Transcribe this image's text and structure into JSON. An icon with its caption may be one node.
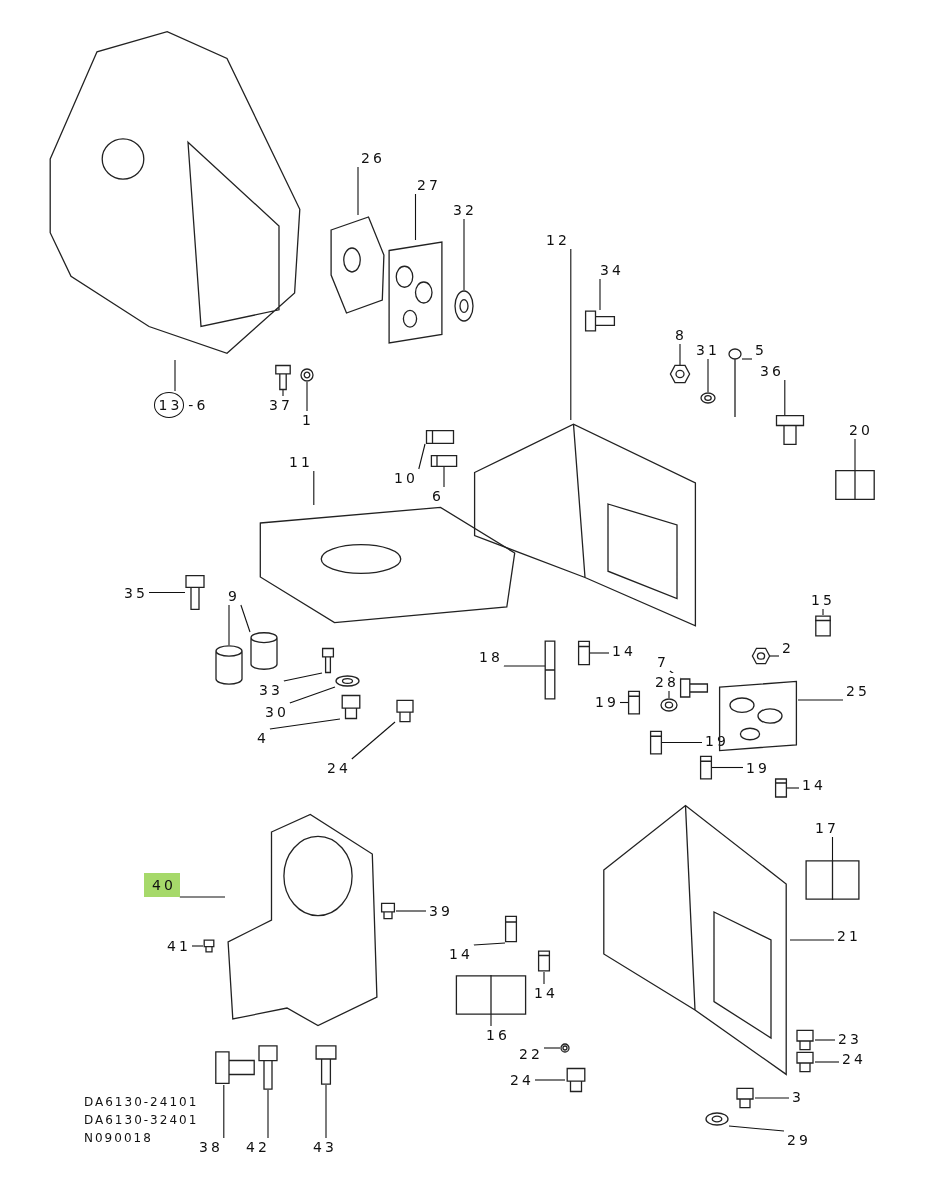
{
  "diagram": {
    "nodes": [
      {
        "text": [
          "26"
        ]
      },
      {
        "text": [
          "27"
        ]
      },
      {
        "text": [
          "32"
        ]
      },
      {
        "text": [
          "12"
        ]
      },
      {
        "text": [
          "34"
        ]
      },
      {
        "text": [
          "8"
        ]
      },
      {
        "text": [
          "31"
        ]
      },
      {
        "text": [
          "5"
        ]
      },
      {
        "text": [
          "36"
        ]
      },
      {
        "text": [
          "20"
        ]
      },
      {
        "text": [
          "13",
          "-6"
        ]
      },
      {
        "text": [
          "37"
        ]
      },
      {
        "text": [
          "1"
        ]
      },
      {
        "text": [
          "11"
        ]
      },
      {
        "text": [
          "10"
        ]
      },
      {
        "text": [
          "6"
        ]
      },
      {
        "text": [
          "35"
        ]
      },
      {
        "text": [
          "9"
        ]
      },
      {
        "text": [
          "15"
        ]
      },
      {
        "text": [
          "18"
        ]
      },
      {
        "text": [
          "14"
        ]
      },
      {
        "text": [
          "7"
        ]
      },
      {
        "text": [
          "2"
        ]
      },
      {
        "text": [
          "28"
        ]
      },
      {
        "text": [
          "19"
        ]
      },
      {
        "text": [
          "25"
        ]
      },
      {
        "text": [
          "33"
        ]
      },
      {
        "text": [
          "30"
        ]
      },
      {
        "text": [
          "4"
        ]
      },
      {
        "text": [
          "19"
        ]
      },
      {
        "text": [
          "24"
        ]
      },
      {
        "text": [
          "19"
        ]
      },
      {
        "text": [
          "14"
        ]
      },
      {
        "text": [
          "17"
        ]
      },
      {
        "text": [
          "40"
        ]
      },
      {
        "text": [
          "39"
        ]
      },
      {
        "text": [
          "21"
        ]
      },
      {
        "text": [
          "41"
        ]
      },
      {
        "text": [
          "14"
        ]
      },
      {
        "text": [
          "14"
        ]
      },
      {
        "text": [
          "16"
        ]
      },
      {
        "text": [
          "22"
        ]
      },
      {
        "text": [
          "23"
        ]
      },
      {
        "text": [
          "24"
        ]
      },
      {
        "text": [
          "24"
        ]
      },
      {
        "text": [
          "3"
        ]
      },
      {
        "text": [
          "29"
        ]
      },
      {
        "text": [
          "38"
        ]
      },
      {
        "text": [
          "42"
        ]
      },
      {
        "text": [
          "43"
        ]
      },
      {
        "text": [],
        "shape": "picture"
      },
      {
        "text": [],
        "shape": "picture"
      },
      {
        "text": [],
        "shape": "picture"
      },
      {
        "text": [],
        "shape": "picture"
      },
      {
        "text": [],
        "shape": "picture"
      },
      {
        "text": [],
        "shape": "picture"
      },
      {
        "text": [],
        "shape": "picture"
      },
      {
        "text": [],
        "shape": "picture"
      },
      {
        "text": [],
        "shape": "picture"
      },
      {
        "text": [],
        "shape": "picture"
      },
      {
        "text": [],
        "shape": "picture"
      },
      {
        "text": [],
        "shape": "picture"
      },
      {
        "text": [],
        "shape": "picture"
      },
      {
        "text": [],
        "shape": "picture"
      },
      {
        "text": [],
        "shape": "picture"
      },
      {
        "text": [],
        "shape": "picture"
      },
      {
        "text": [],
        "shape": "picture"
      },
      {
        "text": [],
        "shape": "picture"
      },
      {
        "text": [],
        "shape": "picture"
      },
      {
        "text": [],
        "shape": "picture"
      },
      {
        "text": [],
        "shape": "picture"
      },
      {
        "text": [],
        "shape": "picture"
      },
      {
        "text": [],
        "shape": "picture"
      },
      {
        "text": [],
        "shape": "picture"
      },
      {
        "text": [],
        "shape": "picture"
      },
      {
        "text": [],
        "shape": "picture"
      },
      {
        "text": [],
        "shape": "picture"
      },
      {
        "text": [],
        "shape": "picture"
      },
      {
        "text": [],
        "shape": "picture"
      },
      {
        "text": [],
        "shape": "picture"
      },
      {
        "text": [],
        "shape": "picture"
      },
      {
        "text": [],
        "shape": "picture"
      },
      {
        "text": [],
        "shape": "picture"
      },
      {
        "text": [],
        "shape": "picture"
      },
      {
        "text": [],
        "shape": "picture"
      },
      {
        "text": [],
        "shape": "picture"
      },
      {
        "text": [],
        "shape": "picture"
      },
      {
        "text": [],
        "shape": "picture"
      },
      {
        "text": [],
        "shape": "picture"
      },
      {
        "text": [],
        "shape": "picture"
      },
      {
        "text": [],
        "shape": "picture"
      },
      {
        "text": [],
        "shape": "picture"
      },
      {
        "text": [],
        "shape": "picture"
      },
      {
        "text": [],
        "shape": "picture"
      },
      {
        "text": [],
        "shape": "picture"
      },
      {
        "text": [],
        "shape": "picture"
      },
      {
        "text": [],
        "shape": "picture"
      },
      {
        "text": [],
        "shape": "picture"
      },
      {
        "text": [],
        "shape": "picture"
      },
      {
        "text": [],
        "shape": "picture"
      },
      {
        "text": [],
        "shape": "picture"
      }
    ],
    "edges": [
      {
        "from": 0,
        "to": 50,
        "arrow": "none"
      },
      {
        "from": 1,
        "to": 51,
        "arrow": "none"
      },
      {
        "from": 2,
        "to": 52,
        "arrow": "none"
      },
      {
        "from": 3,
        "to": 53,
        "arrow": "none"
      },
      {
        "from": 4,
        "to": 54,
        "arrow": "none"
      },
      {
        "from": 5,
        "to": 55,
        "arrow": "none"
      },
      {
        "from": 6,
        "to": 56,
        "arrow": "none"
      },
      {
        "from": 7,
        "to": 57,
        "arrow": "none"
      },
      {
        "from": 8,
        "to": 58,
        "arrow": "none"
      },
      {
        "from": 9,
        "to": 59,
        "arrow": "none"
      },
      {
        "from": 10,
        "to": 60,
        "arrow": "none"
      },
      {
        "from": 11,
        "to": 61,
        "arrow": "none"
      },
      {
        "from": 12,
        "to": 62,
        "arrow": "none"
      },
      {
        "from": 13,
        "to": 63,
        "arrow": "none"
      },
      {
        "from": 14,
        "to": 64,
        "arrow": "none"
      },
      {
        "from": 15,
        "to": 65,
        "arrow": "none"
      },
      {
        "from": 16,
        "to": 66,
        "arrow": "none"
      },
      {
        "from": 17,
        "to": 67,
        "arrow": "none"
      },
      {
        "from": 17,
        "to": 68,
        "arrow": "none"
      },
      {
        "from": 18,
        "to": 69,
        "arrow": "none"
      },
      {
        "from": 19,
        "to": 70,
        "arrow": "none"
      },
      {
        "from": 20,
        "to": 71,
        "arrow": "none"
      },
      {
        "from": 21,
        "to": 72,
        "arrow": "none"
      },
      {
        "from": 22,
        "to": 73,
        "arrow": "none"
      },
      {
        "from": 23,
        "to": 74,
        "arrow": "none"
      },
      {
        "from": 24,
        "to": 75,
        "arrow": "none"
      },
      {
        "from": 25,
        "to": 76,
        "arrow": "none"
      },
      {
        "from": 26,
        "to": 77,
        "arrow": "none"
      },
      {
        "from": 27,
        "to": 78,
        "arrow": "none"
      },
      {
        "from": 28,
        "to": 79,
        "arrow": "none"
      },
      {
        "from": 29,
        "to": 80,
        "arrow": "none"
      },
      {
        "from": 30,
        "to": 81,
        "arrow": "none"
      },
      {
        "from": 31,
        "to": 82,
        "arrow": "none"
      },
      {
        "from": 32,
        "to": 83,
        "arrow": "none"
      },
      {
        "from": 33,
        "to": 84,
        "arrow": "none"
      },
      {
        "from": 34,
        "to": 85,
        "arrow": "none"
      },
      {
        "from": 35,
        "to": 86,
        "arrow": "none"
      },
      {
        "from": 36,
        "to": 87,
        "arrow": "none"
      },
      {
        "from": 37,
        "to": 88,
        "arrow": "none"
      },
      {
        "from": 38,
        "to": 89,
        "arrow": "none"
      },
      {
        "from": 39,
        "to": 90,
        "arrow": "none"
      },
      {
        "from": 40,
        "to": 91,
        "arrow": "none"
      },
      {
        "from": 41,
        "to": 92,
        "arrow": "none"
      },
      {
        "from": 42,
        "to": 93,
        "arrow": "none"
      },
      {
        "from": 43,
        "to": 94,
        "arrow": "none"
      },
      {
        "from": 44,
        "to": 95,
        "arrow": "none"
      },
      {
        "from": 45,
        "to": 96,
        "arrow": "none"
      },
      {
        "from": 46,
        "to": 97,
        "arrow": "none"
      },
      {
        "from": 47,
        "to": 98,
        "arrow": "none"
      },
      {
        "from": 48,
        "to": 99,
        "arrow": "none"
      },
      {
        "from": 49,
        "to": 100,
        "arrow": "none"
      }
    ],
    "labels": [
      "DA6130-24101",
      "DA6130-32401",
      "N090018"
    ]
  }
}
